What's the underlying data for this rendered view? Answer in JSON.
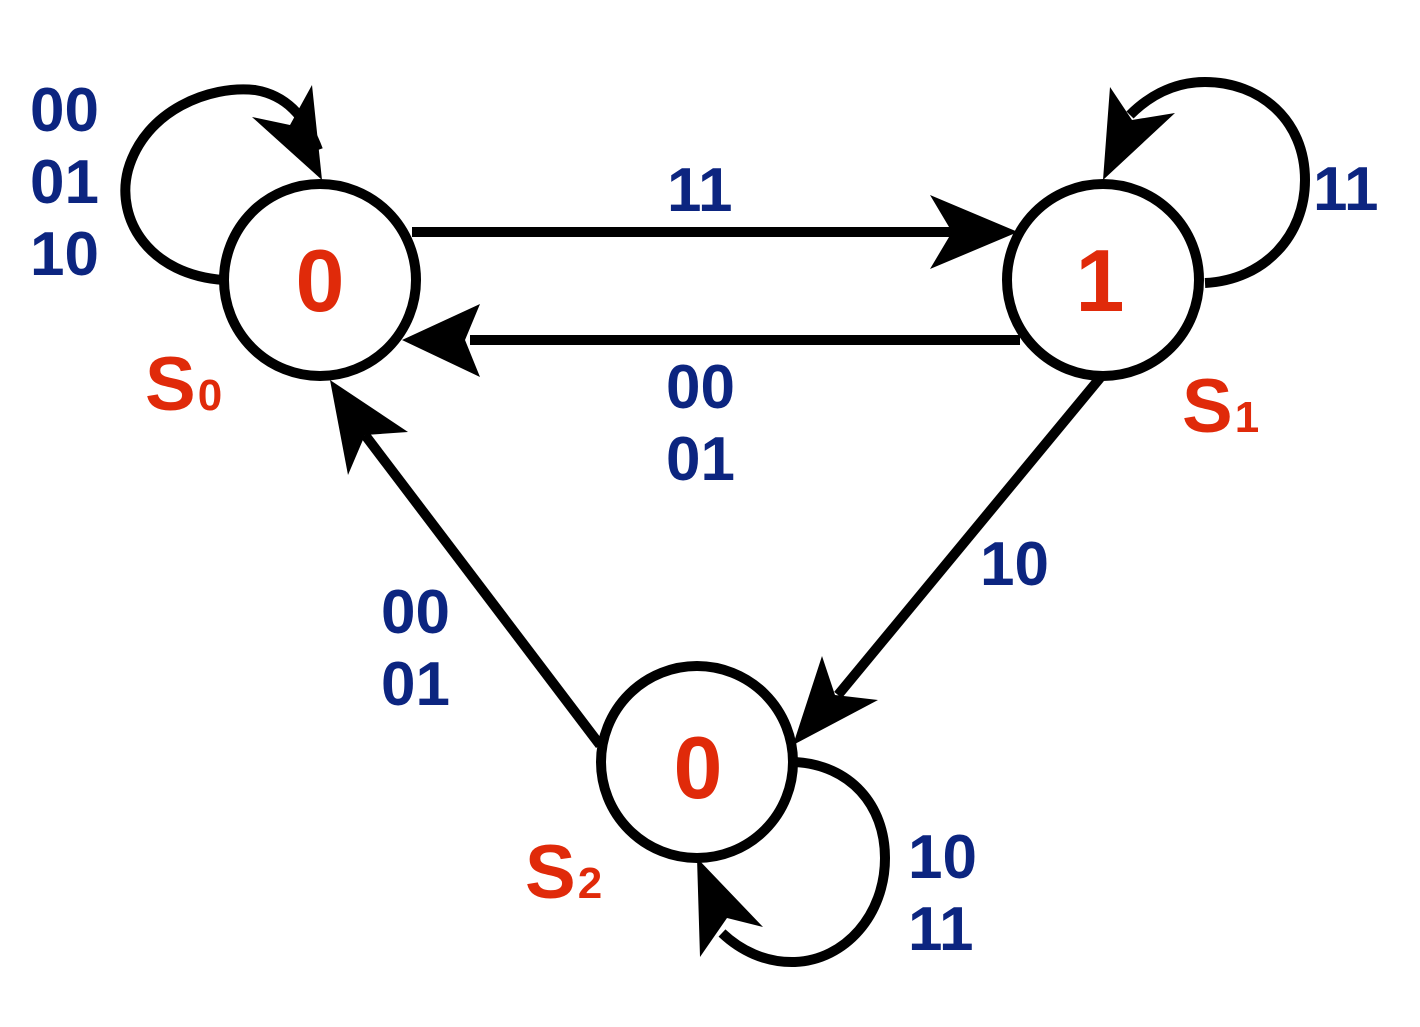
{
  "diagram": {
    "type": "moore-state-machine",
    "colors": {
      "state_text": "#e02a0a",
      "input_label": "#0c2580",
      "lines": "#000000",
      "background": "#ffffff"
    },
    "states": [
      {
        "id": "S0",
        "name": "S",
        "subscript": "0",
        "output": "0"
      },
      {
        "id": "S1",
        "name": "S",
        "subscript": "1",
        "output": "1"
      },
      {
        "id": "S2",
        "name": "S",
        "subscript": "2",
        "output": "0"
      }
    ],
    "transitions": [
      {
        "from": "S0",
        "to": "S0",
        "inputs": [
          "00",
          "01",
          "10"
        ]
      },
      {
        "from": "S0",
        "to": "S1",
        "inputs": [
          "11"
        ]
      },
      {
        "from": "S1",
        "to": "S1",
        "inputs": [
          "11"
        ]
      },
      {
        "from": "S1",
        "to": "S0",
        "inputs": [
          "00",
          "01"
        ]
      },
      {
        "from": "S1",
        "to": "S2",
        "inputs": [
          "10"
        ]
      },
      {
        "from": "S2",
        "to": "S2",
        "inputs": [
          "10",
          "11"
        ]
      },
      {
        "from": "S2",
        "to": "S0",
        "inputs": [
          "00",
          "01"
        ]
      }
    ]
  }
}
